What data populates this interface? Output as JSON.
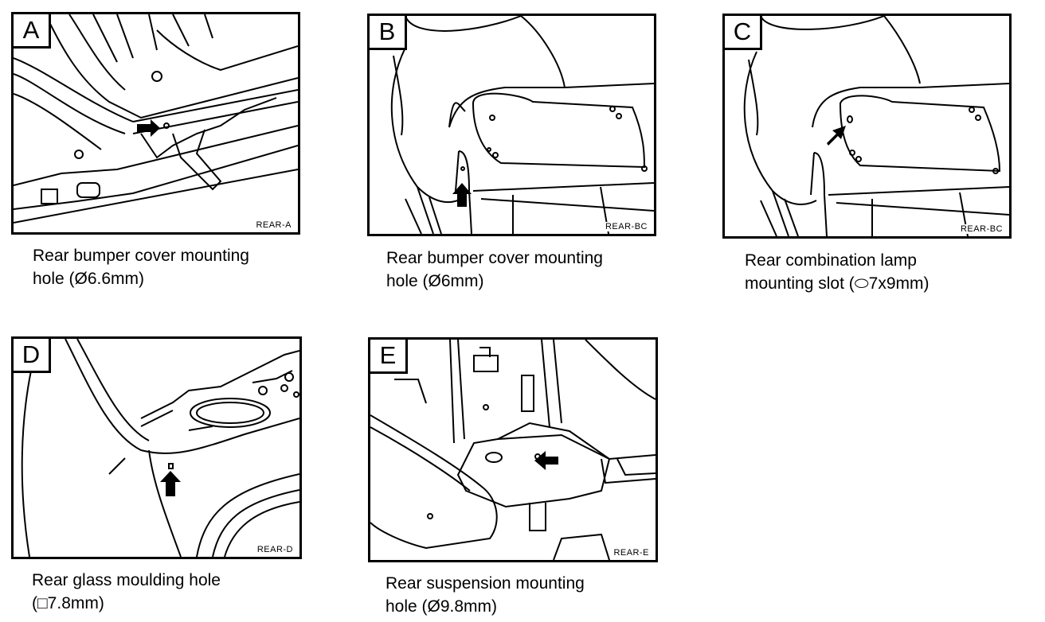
{
  "panels": [
    {
      "id": "A",
      "letter": "A",
      "ref": "REAR-A",
      "caption": [
        "Rear bumper cover mounting",
        "hole (Ø6.6mm)"
      ]
    },
    {
      "id": "B",
      "letter": "B",
      "ref": "REAR-BC",
      "caption": [
        "Rear bumper cover mounting",
        "hole (Ø6mm)"
      ]
    },
    {
      "id": "C",
      "letter": "C",
      "ref": "REAR-BC",
      "caption": [
        "Rear combination lamp",
        "mounting slot (⬭7x9mm)"
      ]
    },
    {
      "id": "D",
      "letter": "D",
      "ref": "REAR-D",
      "caption": [
        "Rear glass moulding hole",
        "(□7.8mm)"
      ]
    },
    {
      "id": "E",
      "letter": "E",
      "ref": "REAR-E",
      "caption": [
        "Rear suspension mounting",
        "hole (Ø9.8mm)"
      ]
    }
  ]
}
